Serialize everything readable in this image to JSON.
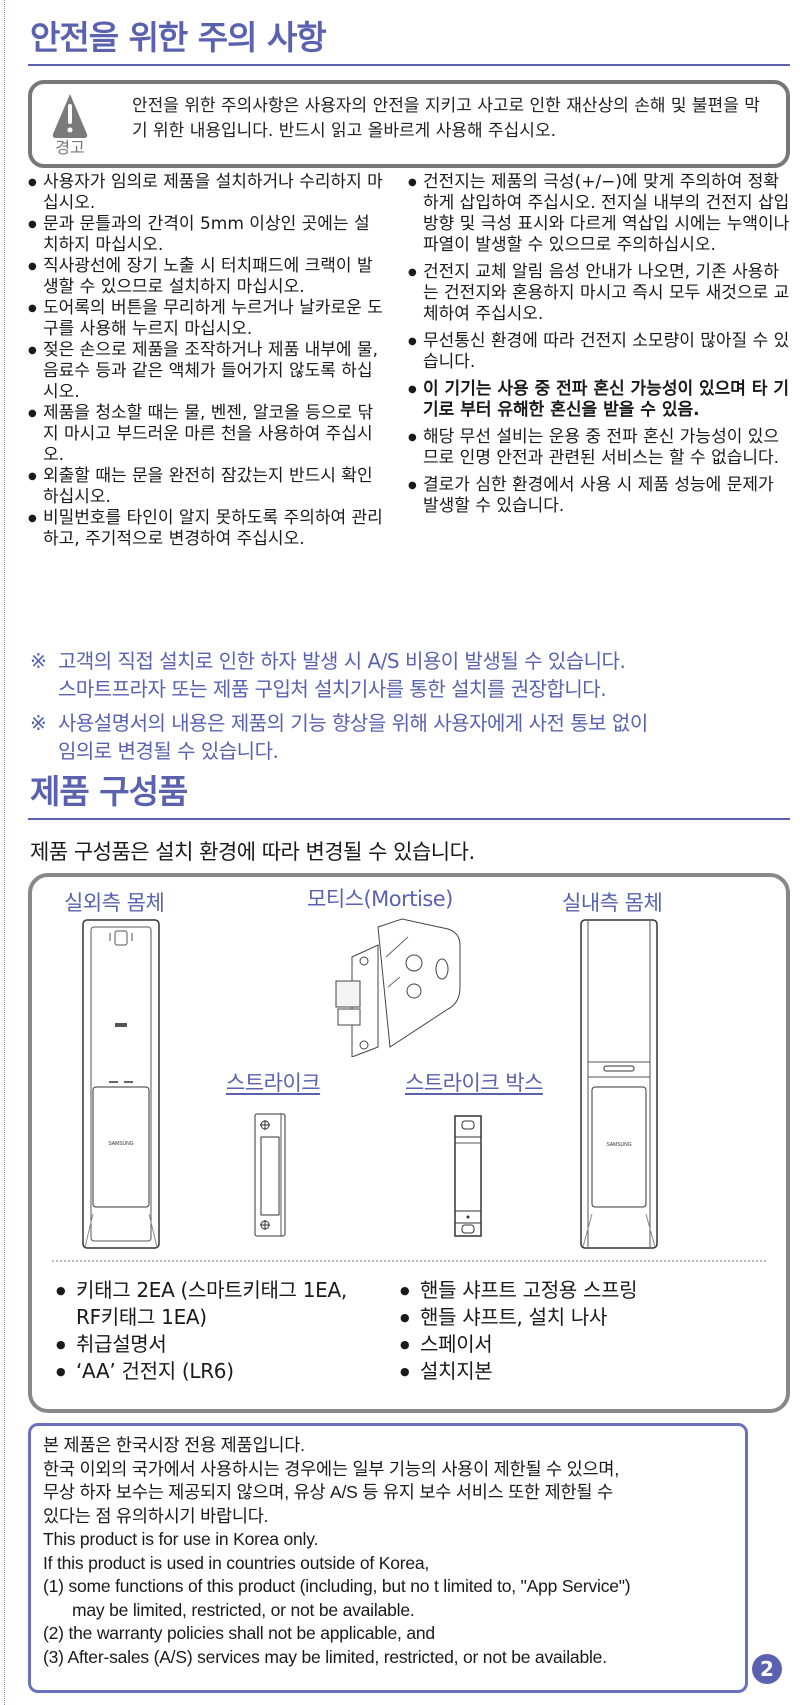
{
  "safety": {
    "title": "안전을 위한 주의 사항",
    "warning": {
      "icon": "warning-triangle-icon",
      "label": "경고",
      "text": "안전을 위한 주의사항은 사용자의 안전을 지키고 사고로 인한 재산상의 손해 및 불편을 막기 위한 내용입니다. 반드시 읽고 올바르게 사용해 주십시오."
    },
    "left_items": [
      "사용자가 임의로 제품을 설치하거나 수리하지 마십시오.",
      "문과 문틀과의 간격이 5mm 이상인 곳에는 설치하지 마십시오.",
      "직사광선에 장기 노출 시 터치패드에 크랙이 발생할 수 있으므로 설치하지 마십시오.",
      "도어록의 버튼을 무리하게 누르거나 날카로운 도구를 사용해 누르지 마십시오.",
      "젖은 손으로 제품을 조작하거나 제품 내부에 물, 음료수 등과 같은 액체가 들어가지 않도록 하십시오.",
      "제품을 청소할 때는 물, 벤젠, 알코올 등으로 닦지 마시고 부드러운 마른 천을 사용하여 주십시오.",
      "외출할 때는 문을 완전히 잠갔는지 반드시 확인하십시오.",
      "비밀번호를 타인이 알지 못하도록 주의하여 관리하고, 주기적으로 변경하여 주십시오."
    ],
    "right_items": [
      "건전지는 제품의 극성(+/−)에 맞게 주의하여 정확하게 삽입하여 주십시오. 전지실 내부의 건전지 삽입방향 및 극성 표시와 다르게 역삽입 시에는 누액이나 파열이 발생할 수 있으므로 주의하십시오.",
      "건전지 교체 알림 음성 안내가 나오면, 기존 사용하는 건전지와 혼용하지 마시고 즉시 모두 새것으로 교체하여 주십시오.",
      "무선통신 환경에 따라 건전지 소모량이 많아질 수 있습니다.",
      "이 기기는 사용 중 전파 혼신 가능성이 있으며 타 기기로 부터 유해한 혼신을 받을 수 있음.",
      "해당 무선 설비는 운용 중 전파 혼신 가능성이 있으므로 인명 안전과 관련된 서비스는 할 수 없습니다.",
      "결로가 심한 환경에서 사용 시 제품 성능에 문제가 발생할  수 있습니다."
    ],
    "notes": [
      {
        "mark": "※",
        "text": "고객의 직접 설치로 인한 하자 발생 시 A/S 비용이 발생될 수 있습니다.",
        "text2": "스마트프라자 또는 제품 구입처 설치기사를 통한 설치를 권장합니다."
      },
      {
        "mark": "※",
        "text": "사용설명서의 내용은 제품의 기능 향상을 위해 사용자에게 사전 통보 없이",
        "text2": "임의로 변경될 수 있습니다."
      }
    ]
  },
  "components": {
    "title": "제품 구성품",
    "subtitle": "제품 구성품은 설치 환경에 따라 변경될 수 있습니다.",
    "parts": {
      "outdoor": "실외측 몸체",
      "mortise": "모티스(Mortise)",
      "indoor": "실내측 몸체",
      "strike": "스트라이크",
      "strike_box": "스트라이크 박스",
      "brand": "SAMSUNG"
    },
    "list_left": [
      {
        "text": "키태그 2EA (스마트키태그 1EA,",
        "cont": "RF키태그 1EA)"
      },
      {
        "text": "취급설명서"
      },
      {
        "text": "‘AA’ 건전지 (LR6)"
      }
    ],
    "list_right": [
      {
        "text": "핸들 샤프트 고정용 스프링"
      },
      {
        "text": "핸들 샤프트, 설치 나사"
      },
      {
        "text": "스페이서"
      },
      {
        "text": "설치지본"
      }
    ]
  },
  "korea_notice": {
    "lines": [
      "본 제품은 한국시장 전용 제품입니다.",
      "한국 이외의 국가에서 사용하시는 경우에는 일부 기능의 사용이 제한될 수 있으며,",
      "무상 하자 보수는 제공되지 않으며, 유상 A/S 등 유지 보수 서비스 또한 제한될 수",
      "있다는 점 유의하시기 바랍니다.",
      "This product is for use in Korea only.",
      "If this product is used in countries outside of Korea,",
      "(1) some functions of this product (including, but no t limited to, \"App Service\")",
      "may be limited, restricted, or not be available.",
      "(2) the warranty policies shall not be applicable, and",
      "(3) After-sales (A/S) services may be limited, restricted, or not be available."
    ]
  },
  "page_number": "2",
  "colors": {
    "accent": "#5a62b0",
    "box_border": "#777777",
    "text": "#1a1a1a"
  }
}
